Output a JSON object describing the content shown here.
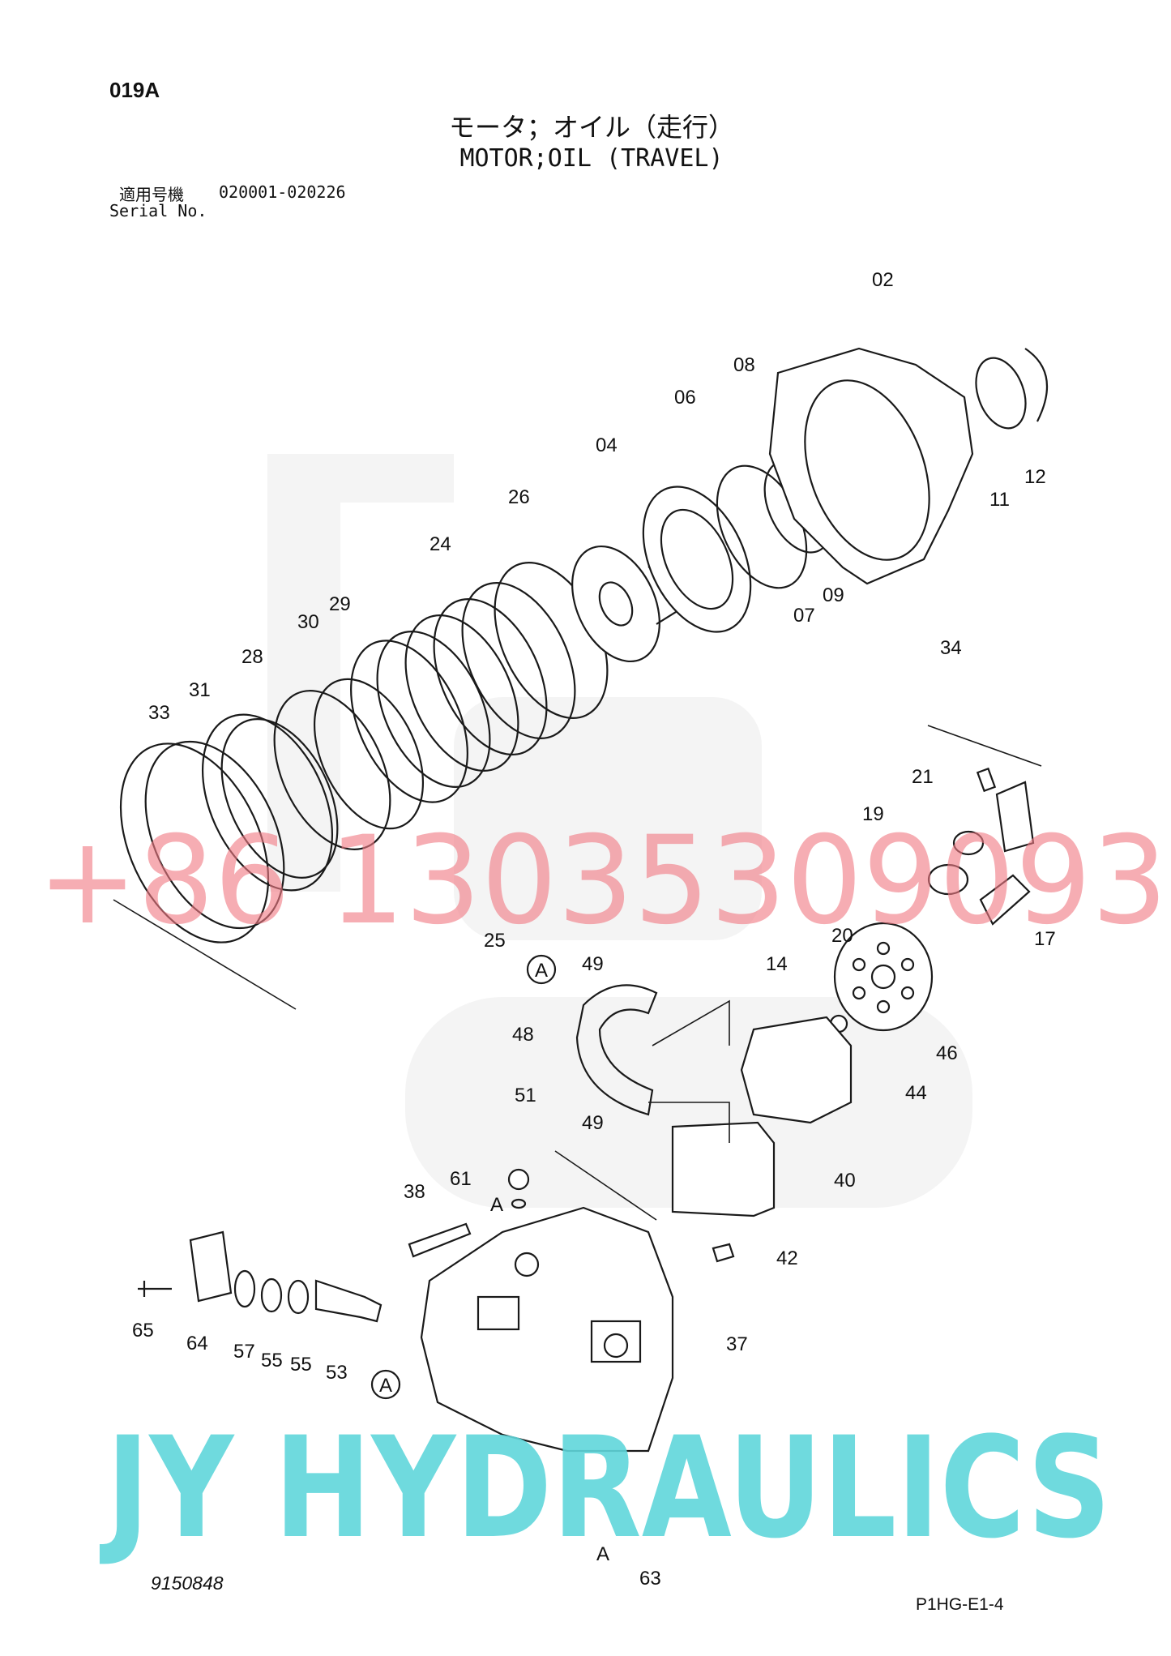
{
  "header": {
    "code": "019A",
    "title_jp": "モータ；オイル（走行）",
    "title_en": "MOTOR;OIL (TRAVEL)",
    "serial_label_jp": "適用号機",
    "serial_range": "020001-020226",
    "serial_label_en": "Serial No."
  },
  "callouts": [
    "02",
    "08",
    "06",
    "04",
    "26",
    "24",
    "29",
    "30",
    "28",
    "31",
    "33",
    "11",
    "12",
    "07",
    "09",
    "34",
    "25",
    "21",
    "19",
    "20",
    "17",
    "14",
    "49",
    "A",
    "48",
    "46",
    "51",
    "44",
    "49",
    "40",
    "61",
    "A",
    "38",
    "42",
    "65",
    "64",
    "57",
    "55",
    "55",
    "53",
    "A",
    "37",
    "A",
    "63"
  ],
  "footer": {
    "doc_number": "9150848",
    "page_code": "P1HG-E1-4"
  },
  "watermarks": {
    "phone": "+86 13035309093",
    "brand": "JY HYDRAULICS",
    "phone_color": "#f07a84",
    "brand_color": "#5fd6da"
  }
}
